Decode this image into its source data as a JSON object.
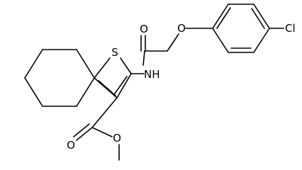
{
  "molecule": {
    "atoms": {
      "sulfur": "S",
      "amide_nh": "NH",
      "amide_oxygen": "O",
      "ether_oxygen": "O",
      "chlorine": "Cl",
      "ester_carbonyl_oxygen": "O",
      "ester_oxygen": "O"
    },
    "colors": {
      "bond": "#000000",
      "label": "#000000",
      "background": "#ffffff"
    }
  }
}
